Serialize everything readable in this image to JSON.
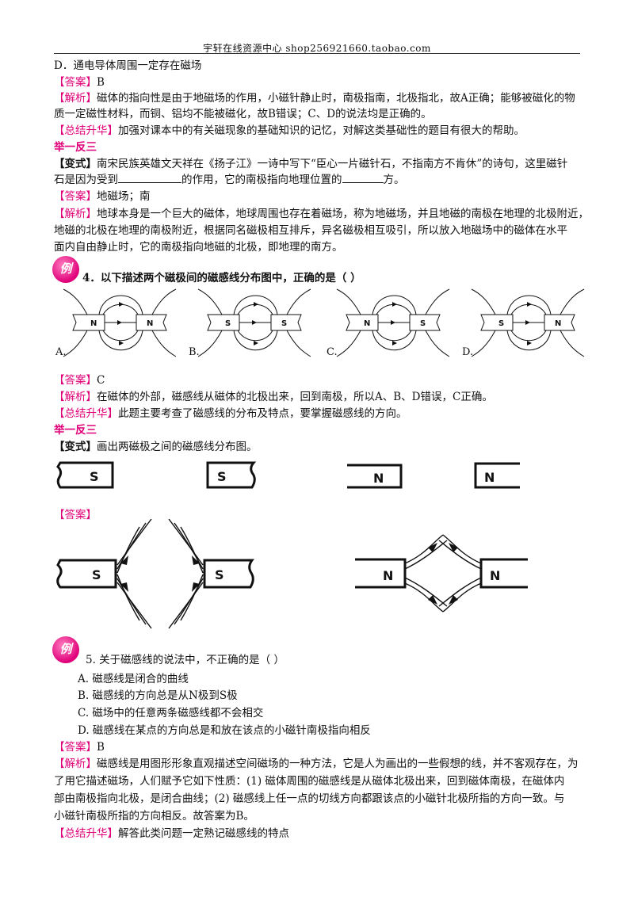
{
  "header": "宇轩在线资源中心   shop256921660.taobao.com",
  "l01": "D．通电导体周围一定存在磁场",
  "tag_answer": "【答案】",
  "tag_analysis": "【解析】",
  "tag_summary": "【总结升华】",
  "tag_variant": "【变式】",
  "example_section": "举一反三",
  "l02": "B",
  "l03": "磁体的指向性是由于地磁场的作用，小磁针静止时，南极指南，北极指北，故A正确；能够被磁化的物",
  "l04": "质一定磁性材料，而铜、铝均不能被磁化，故B错误；C、D的说法均是正确的。",
  "l05": "加强对课本中的有关磁现象的基础知识的记忆，对解这类基础性的题目有很大的帮助。",
  "l07a": "南宋民族英雄文天祥在《扬子江》一诗中写下“臣心一片磁针石，不指南方不肯休”的诗句，这里磁针",
  "l08a": "石是因为受到",
  "l08b": "的作用，它的南极指向地理位置的",
  "l08c": "方。",
  "l09": "地磁场；南",
  "l10": "地球本身是一个巨大的磁体，地球周围也存在着磁场，称为地磁场，并且地磁的南极在地理的北极附近，",
  "l11": "地磁的北极在地理的南极附近，根据同名磁极相互排斥，异名磁极相互吸引，所以放入地磁场中的磁体在水平",
  "l12": "面内自由静止时，它的南极指向地磁的北极，即地理的南方。",
  "lizi": "例",
  "q4": "4．以下描述两个磁极间的磁感线分布图中，正确的是（    ）",
  "opt_a": "A.",
  "opt_b": "B.",
  "opt_c": "C.",
  "opt_d": "D.",
  "l14": "C",
  "l15": "在磁体的外部，磁感线从磁体的北极出来，回到南极，所以A、B、D错误，C正确。",
  "l16": "此题主要考查了磁感线的分布及特点，要掌握磁感线的方向。",
  "l18": "画出两磁极之间的磁感线分布图。",
  "pole_n": "N",
  "pole_s": "S",
  "q5": "5. 关于磁感线的说法中，不正确的是（    ）",
  "q5a": "A.  磁感线是闭合的曲线",
  "q5b": "B.  磁感线的方向总是从N极到S极",
  "q5c": "C.  磁场中的任意两条磁感线都不会相交",
  "q5d": "D.  磁感线在某点的方向总是和放在该点的小磁针南极指向相反",
  "l24": "B",
  "l25": "磁感线是用图形形象直观描述空间磁场的一种方法，它是人为画出的一些假想的线，并不客观存在，为",
  "l26": "了用它描述磁场，人们赋予它如下性质：(1) 磁体周围的磁感线是从磁体北极出来，回到磁体南极，在磁体内",
  "l27": "部由南极指向北极，是闭合曲线；(2) 磁感线上任一点的切线方向都跟该点的小磁针北极所指的方向一致。与",
  "l28": "小磁针南极所指的方向相反。故答案为B。",
  "l29": "解答此类问题一定熟记磁感线的特点",
  "colors": {
    "accent": "#e0007a"
  }
}
